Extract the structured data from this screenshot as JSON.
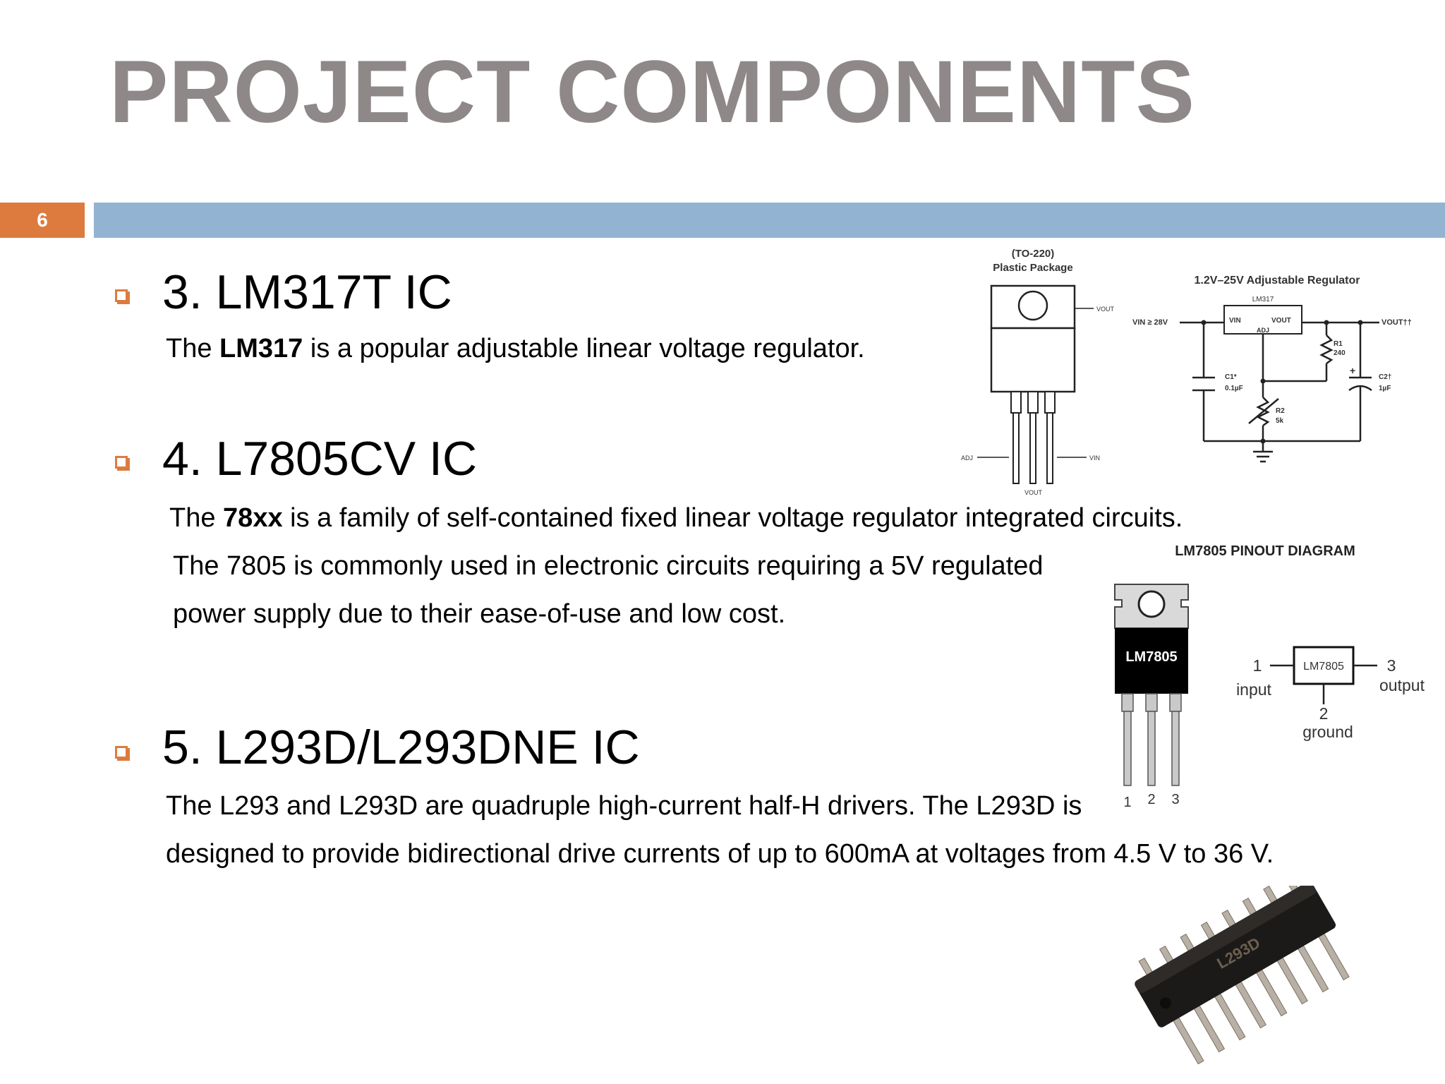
{
  "slide": {
    "title": "PROJECT COMPONENTS",
    "number": "6",
    "colors": {
      "title": "#8e8889",
      "accent": "#dd7b3f",
      "bar": "#93b3d3"
    }
  },
  "items": [
    {
      "heading": "3. LM317T IC",
      "lines": [
        {
          "pre": "The ",
          "bold": "LM317",
          "post": " is a popular adjustable linear voltage regulator."
        }
      ]
    },
    {
      "heading": "4. L7805CV IC",
      "lines": [
        {
          "pre": "The ",
          "bold": "78xx",
          "post": " is a family of self-contained fixed linear voltage regulator integrated circuits."
        },
        {
          "text": "The 7805 is commonly used in electronic circuits requiring a 5V regulated"
        },
        {
          "text": "power supply due to their ease-of-use and low cost."
        }
      ]
    },
    {
      "heading": "5. L293D/L293DNE IC",
      "lines": [
        {
          "text": "The L293 and L293D are quadruple high-current half-H drivers. The L293D is"
        },
        {
          "text": "designed to provide bidirectional drive currents of up to 600mA at voltages from 4.5 V to 36 V."
        }
      ]
    }
  ],
  "lm317_figure": {
    "package_label_1": "(TO-220)",
    "package_label_2": "Plastic Package",
    "pin_adj": "ADJ",
    "pin_vin": "VIN",
    "pin_vout": "VOUT",
    "tab_vout": "VOUT",
    "circuit_title": "1.2V–25V Adjustable Regulator",
    "chip_label": "LM317",
    "vin_label": "VIN ≥ 28V",
    "chip_vin": "VIN",
    "chip_vout": "VOUT",
    "chip_adj": "ADJ",
    "vout_label": "VOUT††",
    "r1_label": "R1",
    "r1_value": "240",
    "c1_label": "C1*",
    "c1_value": "0.1µF",
    "r2_label": "R2",
    "r2_value": "5k",
    "c2_label": "C2†",
    "c2_value": "1µF"
  },
  "lm7805_figure": {
    "title": "LM7805 PINOUT DIAGRAM",
    "body_label": "LM7805",
    "pin_numbers": [
      "1",
      "2",
      "3"
    ],
    "box_label": "LM7805",
    "pin1_num": "1",
    "pin1_name": "input",
    "pin2_num": "2",
    "pin2_name": "ground",
    "pin3_num": "3",
    "pin3_name": "output"
  },
  "l293d_image": {
    "marking": "L293D"
  }
}
